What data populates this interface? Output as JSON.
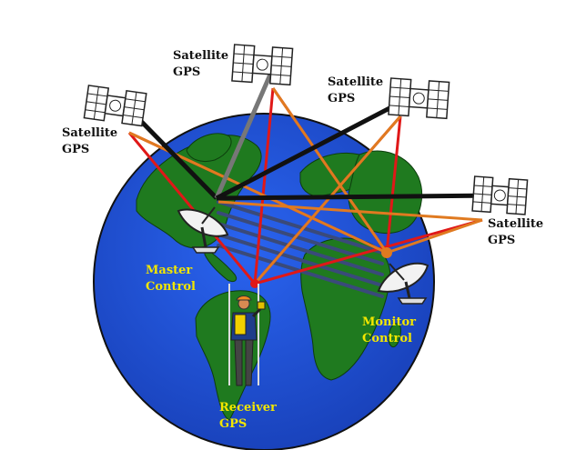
{
  "satellites": [
    {
      "id": "sat-left",
      "line1": "Satellite",
      "line2": "GPS"
    },
    {
      "id": "sat-top",
      "line1": "Satellite",
      "line2": "GPS"
    },
    {
      "id": "sat-upper-right",
      "line1": "Satellite",
      "line2": "GPS"
    },
    {
      "id": "sat-right",
      "line1": "Satellite",
      "line2": "GPS"
    }
  ],
  "stations": {
    "master": {
      "line1": "Master",
      "line2": "Control"
    },
    "monitor": {
      "line1": "Monitor",
      "line2": "Control"
    },
    "receiver": {
      "line1": "Receiver",
      "line2": "GPS"
    }
  },
  "colors": {
    "ocean": "#1f4fd6",
    "land": "#1f7a1f",
    "signal_red": "#e01818",
    "signal_orange": "#e07a20",
    "uplink_black": "#111111",
    "uplink_gray": "#888888",
    "link_navy": "#3a4a7a",
    "label_yellow": "#f2e600"
  }
}
